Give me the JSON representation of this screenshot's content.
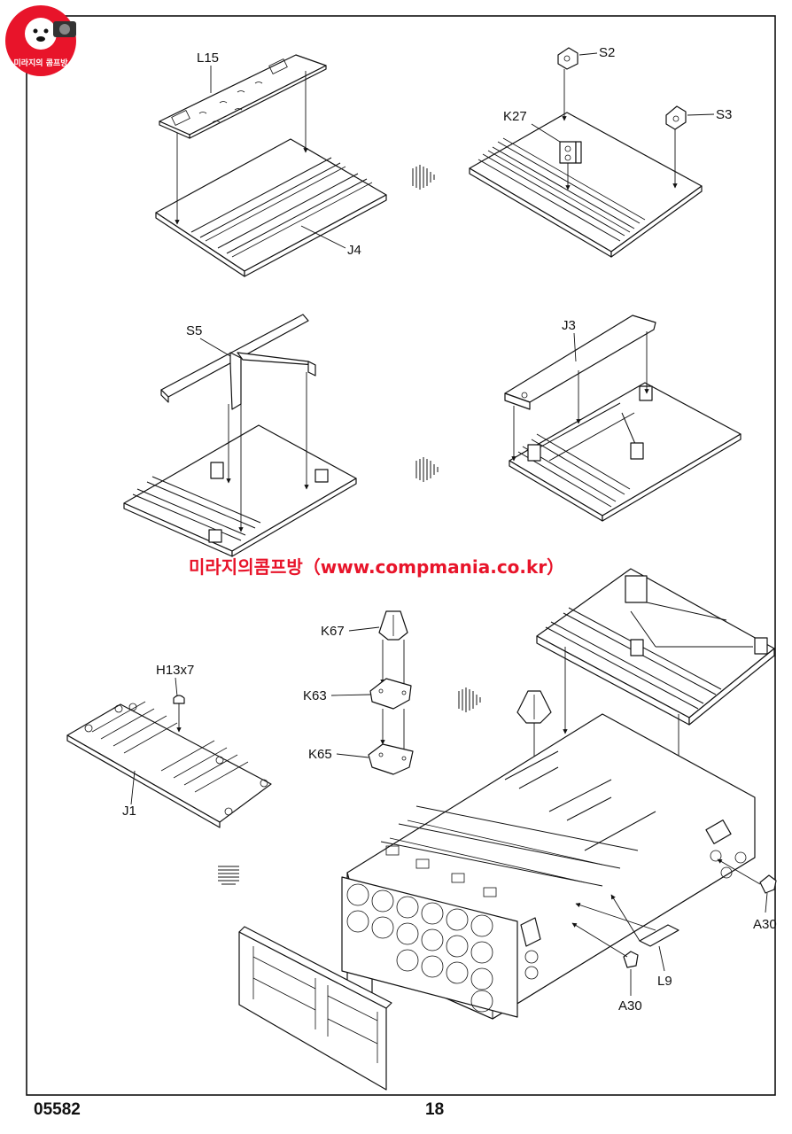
{
  "watermark": {
    "logo_text": "미라지의 콤프방",
    "url_line": "미라지의콤프방（www.compmania.co.kr）"
  },
  "footer": {
    "kit_number": "05582",
    "page_number": "18"
  },
  "labels": {
    "l15": "L15",
    "j4": "J4",
    "s2": "S2",
    "s3": "S3",
    "k27": "K27",
    "s5": "S5",
    "j3": "J3",
    "k67": "K67",
    "k63": "K63",
    "k65": "K65",
    "h13": "H13x7",
    "j1": "J1",
    "a30_right": "A30",
    "a30_bottom": "A30",
    "l9": "L9"
  }
}
